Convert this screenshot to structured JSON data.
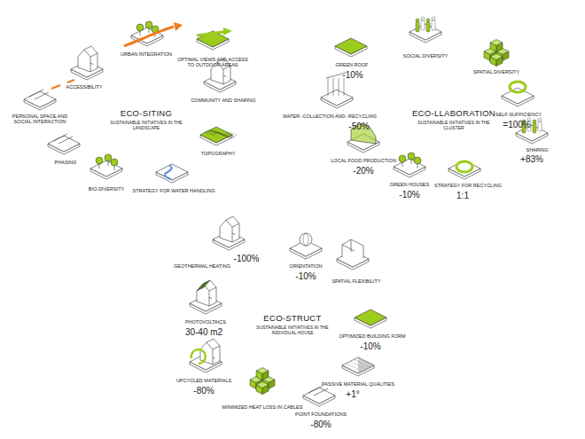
{
  "diagram": {
    "labels": [
      "ACCESSIBILITY",
      "URBAN INTEGRATION",
      "OPTIMAL VIEWS AND ACCESS TO OUTDOOR AREAS",
      "PERSONAL SPACE AND SOCIAL INTERACTION",
      "ECO-SITING",
      "SUSTAINABLE INITIATIVES IN THE LANDSCAPE",
      "COMMUNITY AND SHARING",
      "TOPOGRAPHY",
      "PHASING",
      "BIO-DIVERSITY",
      "STRATEGY FOR WATER HANDLING",
      "GREEN ROOF",
      "-10%",
      "SOCIAL DIVERSITY",
      "SPATIAL DIVERSITY",
      "WATER -COLLECTION AND -RECYCLING",
      "-50%",
      "ECO-LLABORATION",
      "SUSTAINABLE INITIATIVES IN THE CLUSTER",
      "SELF-SUFFICIENCY",
      "=100%",
      "LOCAL FOOD PRODUCTION",
      "-20%",
      "SHARING",
      "+83%",
      "GREEN HOUSES",
      "-10%",
      "STRATEGY FOR RECYCLING",
      "1:1",
      "GEOTHERMAL HEATING",
      "-100%",
      "ORIENTATION",
      "-10%",
      "SPATIAL FLEXIBILITY",
      "PHOTOVOLTAICS",
      "30-40 m2",
      "ECO-STRUCT",
      "SUSTAINABLE INITIATIVES IN THE INDIVIDUAL HOUSE",
      "OPTIMIZED BUILDING FORM",
      "-10%",
      "UPCYCLED MATERIALS",
      "-80%",
      "PASSIVE MATERIAL QUALITIES",
      "+1°",
      "MINIMIZED HEAT LOSS IN CABLES",
      "POINT FOUNDATIONS",
      "-80%"
    ]
  }
}
